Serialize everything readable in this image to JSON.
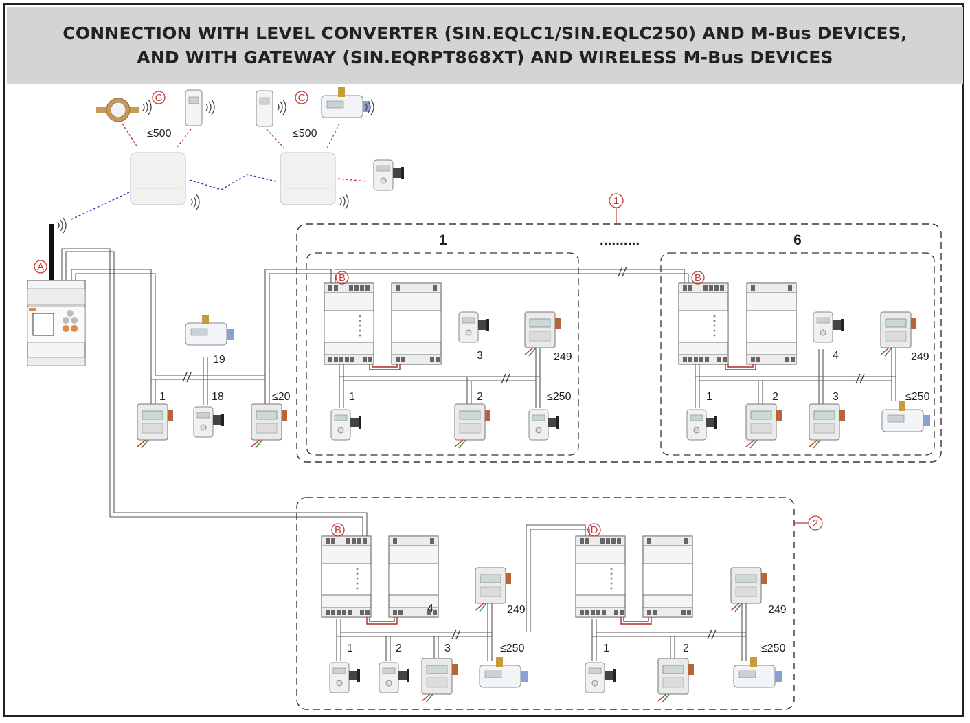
{
  "title": {
    "line1": "CONNECTION WITH LEVEL CONVERTER (SIN.EQLC1/SIN.EQLC250) AND M-Bus DEVICES,",
    "line2": "AND WITH GATEWAY (SIN.EQRPT868XT) AND WIRELESS M-Bus DEVICES"
  },
  "markers": {
    "a": "A",
    "b": "B",
    "c": "C",
    "d": "D",
    "one": "1",
    "two": "2"
  },
  "wireless": {
    "limit_left": "≤500",
    "limit_right": "≤500"
  },
  "direct_bus": {
    "m19": "19",
    "m1": "1",
    "m18": "18",
    "m20": "≤20"
  },
  "group1": {
    "header_first": "1",
    "dots": "..........",
    "header_last": "6",
    "left": {
      "m1": "1",
      "m2": "2",
      "m3": "3",
      "m249": "249",
      "m250": "≤250"
    },
    "right": {
      "m1": "1",
      "m2": "2",
      "m3": "3",
      "m4": "4",
      "m249": "249",
      "m250": "≤250"
    }
  },
  "group2": {
    "left": {
      "m1": "1",
      "m2": "2",
      "m3": "3",
      "m4": "4",
      "m249": "249",
      "m250": "≤250"
    },
    "right": {
      "m1": "1",
      "m2": "2",
      "m249": "249",
      "m250": "≤250"
    }
  },
  "colors": {
    "accent": "#c23a3a",
    "wireless_link": "#2a3fa8",
    "banner": "#d4d4d4",
    "line": "#555555"
  }
}
